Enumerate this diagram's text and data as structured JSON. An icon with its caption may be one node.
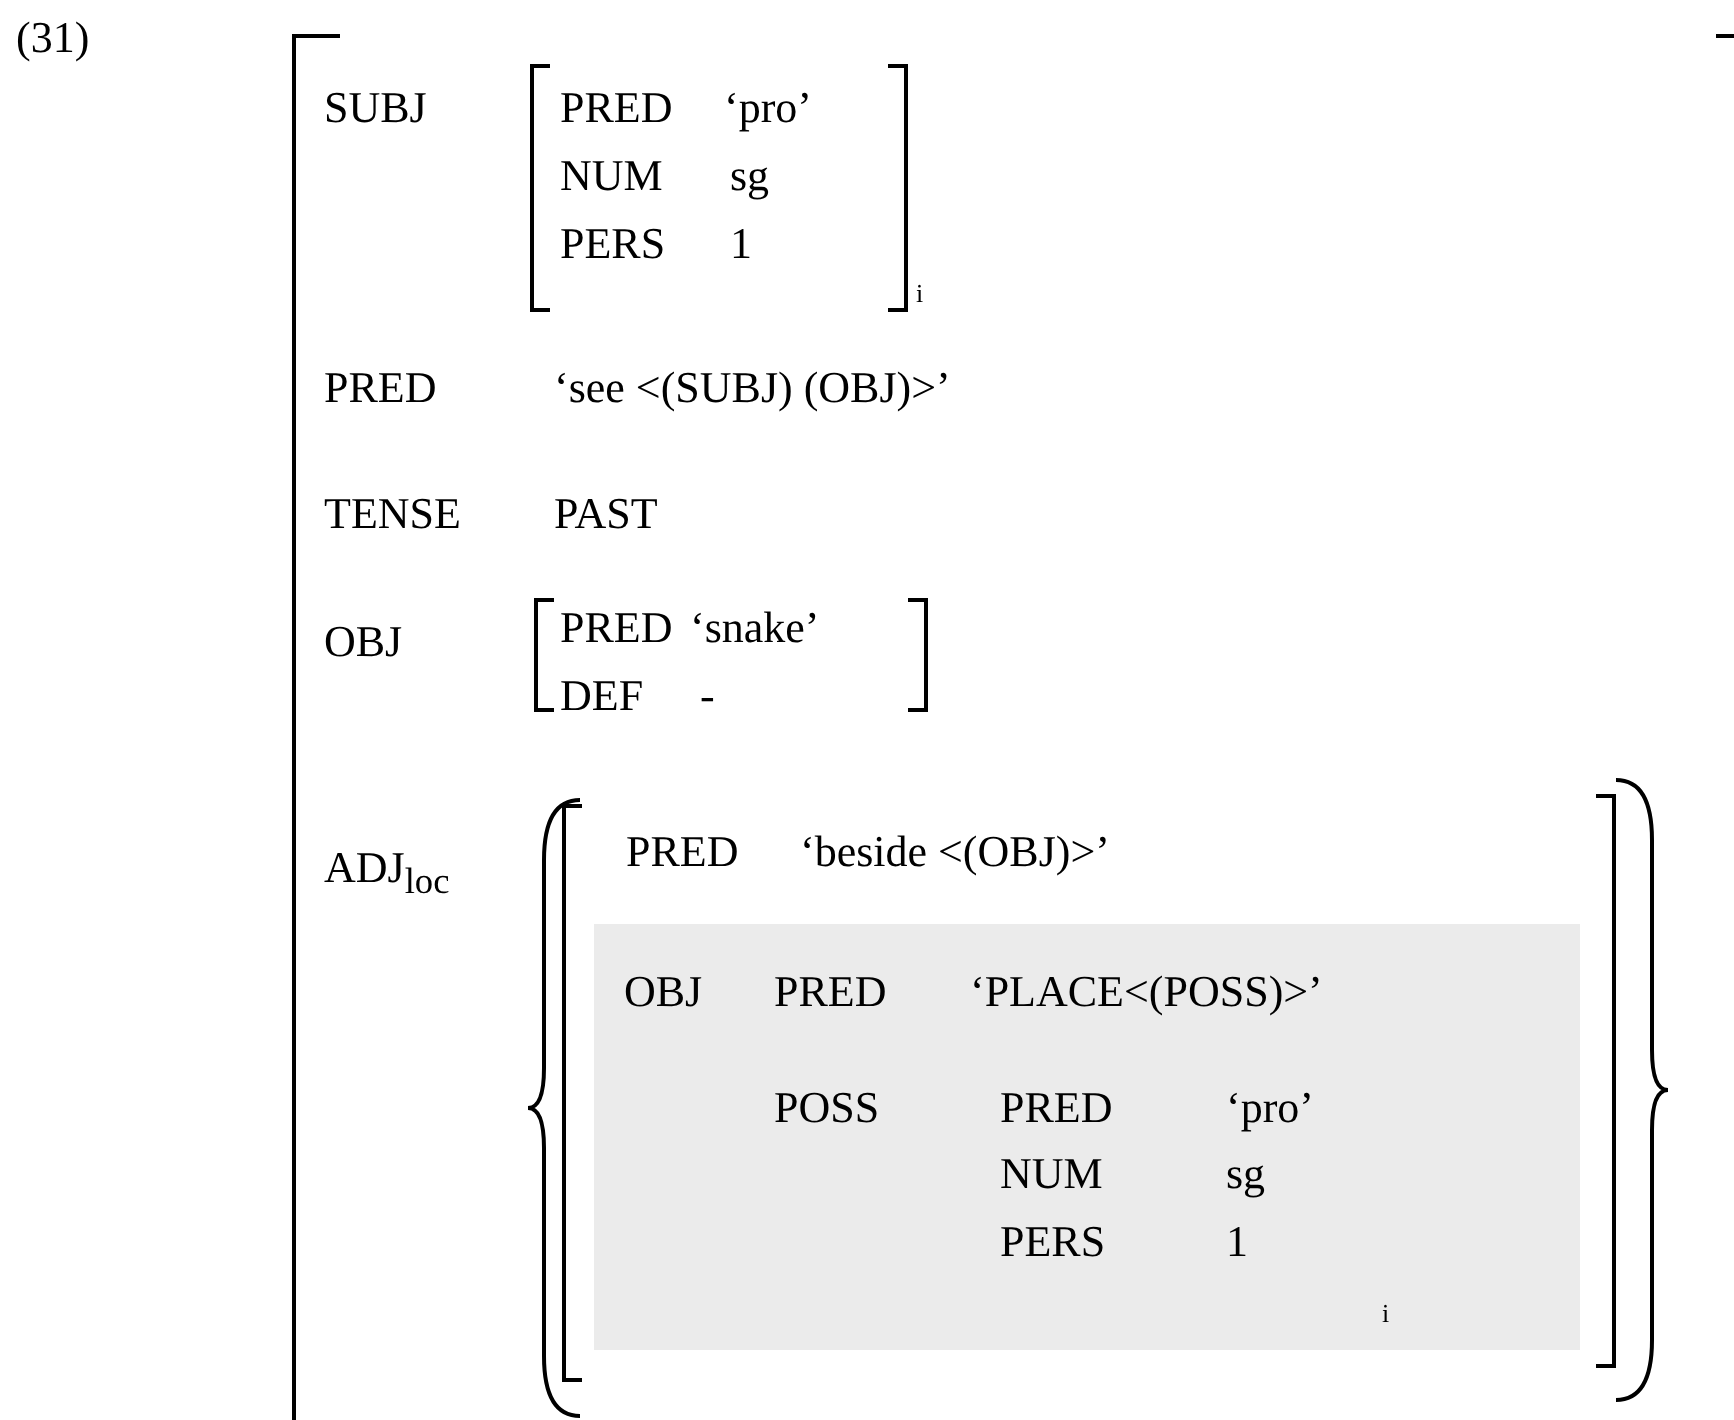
{
  "diagram": {
    "nodes": [
      {
        "text": [
          "OBJ",
          "PRED",
          "‘PLACE<(POSS)>’",
          "POSS",
          "PRED",
          "‘pro’",
          "NUM",
          "sg",
          "PERS",
          "1",
          "i"
        ]
      }
    ],
    "labels": [
      "(31)",
      "SUBJ",
      "PRED",
      "‘pro’",
      "NUM",
      "sg",
      "PERS",
      "1",
      "i",
      "PRED",
      "‘see <(SUBJ) (OBJ)>’",
      "TENSE",
      "PAST",
      "OBJ",
      "PRED",
      "‘snake’",
      "DEF",
      "-",
      "ADJ$_{loc}$",
      "PRED",
      "‘beside <(OBJ)>’"
    ]
  }
}
